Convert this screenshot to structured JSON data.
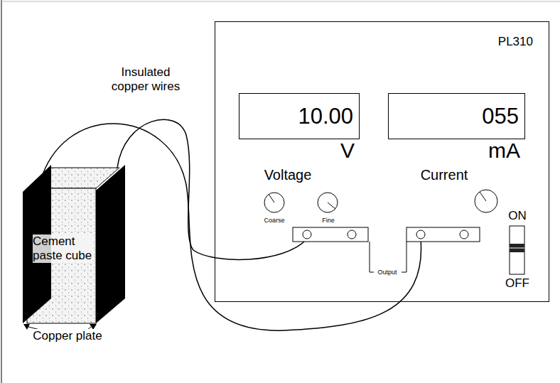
{
  "diagram": {
    "nodes": [
      {
        "text": [
          "PL310"
        ]
      },
      {
        "text": [
          "10.00",
          "V"
        ],
        "in": 0
      },
      {
        "text": [
          "055",
          "mA"
        ],
        "in": 0
      },
      {
        "text": [
          "Cement paste cube"
        ]
      }
    ],
    "labels": [
      "Insulated copper wires",
      "Voltage",
      "Coarse",
      "Fine",
      "Current",
      "ON",
      "OFF",
      "Output",
      "Copper plate"
    ]
  }
}
